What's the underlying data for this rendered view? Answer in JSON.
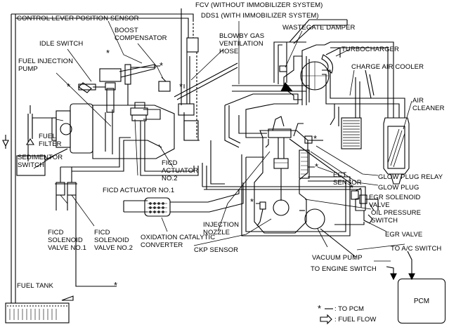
{
  "labels": {
    "fcv": "FCV (WITHOUT IMMOBILIZER SYSTEM)",
    "dds1": "DDS1 (WITH IMMOBILIZER SYSTEM)",
    "control_lever": "CONTROL LEVER POSITION SENSOR",
    "boost_comp": "BOOST\nCOMPENSATOR",
    "blowby": "BLOWBY GAS\nVENTILATION\nHOSE",
    "wastegate": "WASTEGATE DAMPER",
    "turbocharger": "TURBOCHARGER",
    "idle_switch": "IDLE SWITCH",
    "fuel_injection_pump": "FUEL INJECTION\nPUMP",
    "charge_air_cooler": "CHARGE AIR COOLER",
    "air_cleaner": "AIR\nCLEANER",
    "fuel_filter": "FUEL\nFILTER",
    "sedimentor_switch": "SEDIMENTOR\nSWITCH",
    "ficd_actuator_2": "FICD\nACTUATOR\nNO.2",
    "ficd_actuator_1": "FICD ACTUATOR NO.1",
    "glow_plug_relay": "GLOW PLUG RELAY",
    "glow_plug": "GLOW PLUG",
    "ect_sensor": "ECT\nSENSOR",
    "egr_solenoid": "EGR SOLENOID\nVALVE",
    "oil_pressure": "OIL PRESSURE\nSWITCH",
    "egr_valve": "EGR VALVE",
    "injection_nozzle": "INJECTION\nNOZZLE",
    "ficd_sol_1": "FICD\nSOLENOID\nVALVE NO.1",
    "ficd_sol_2": "FICD\nSOLENOID\nVALVE NO.2",
    "oxidation_cat": "OXIDATION CATALYTIC\nCONVERTER",
    "ckp_sensor": "CKP SENSOR",
    "vacuum_pump": "VACUUM PUMP",
    "to_ac_switch": "TO A/C SWITCH",
    "to_engine_switch": "TO ENGINE SWITCH",
    "fuel_tank": "FUEL TANK",
    "pcm": "PCM"
  },
  "legend": {
    "to_pcm": ": TO PCM",
    "fuel_flow": ": FUEL FLOW"
  }
}
